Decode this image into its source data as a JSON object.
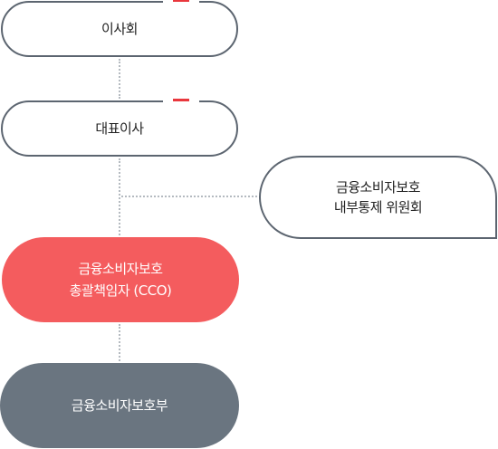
{
  "nodes": {
    "board": {
      "label": "이사회"
    },
    "ceo": {
      "label": "대표이사"
    },
    "committee": {
      "line1": "금융소비자보호",
      "line2": "내부통제 위원회"
    },
    "cco": {
      "line1": "금융소비자보호",
      "line2": "총괄책임자 (CCO)"
    },
    "department": {
      "label": "금융소비자보호부"
    }
  },
  "colors": {
    "outline": "#5c6570",
    "accent_red": "#e9373d",
    "cco_fill": "#f45c5e",
    "department_fill": "#6a7580",
    "connector": "#b4bac0"
  }
}
